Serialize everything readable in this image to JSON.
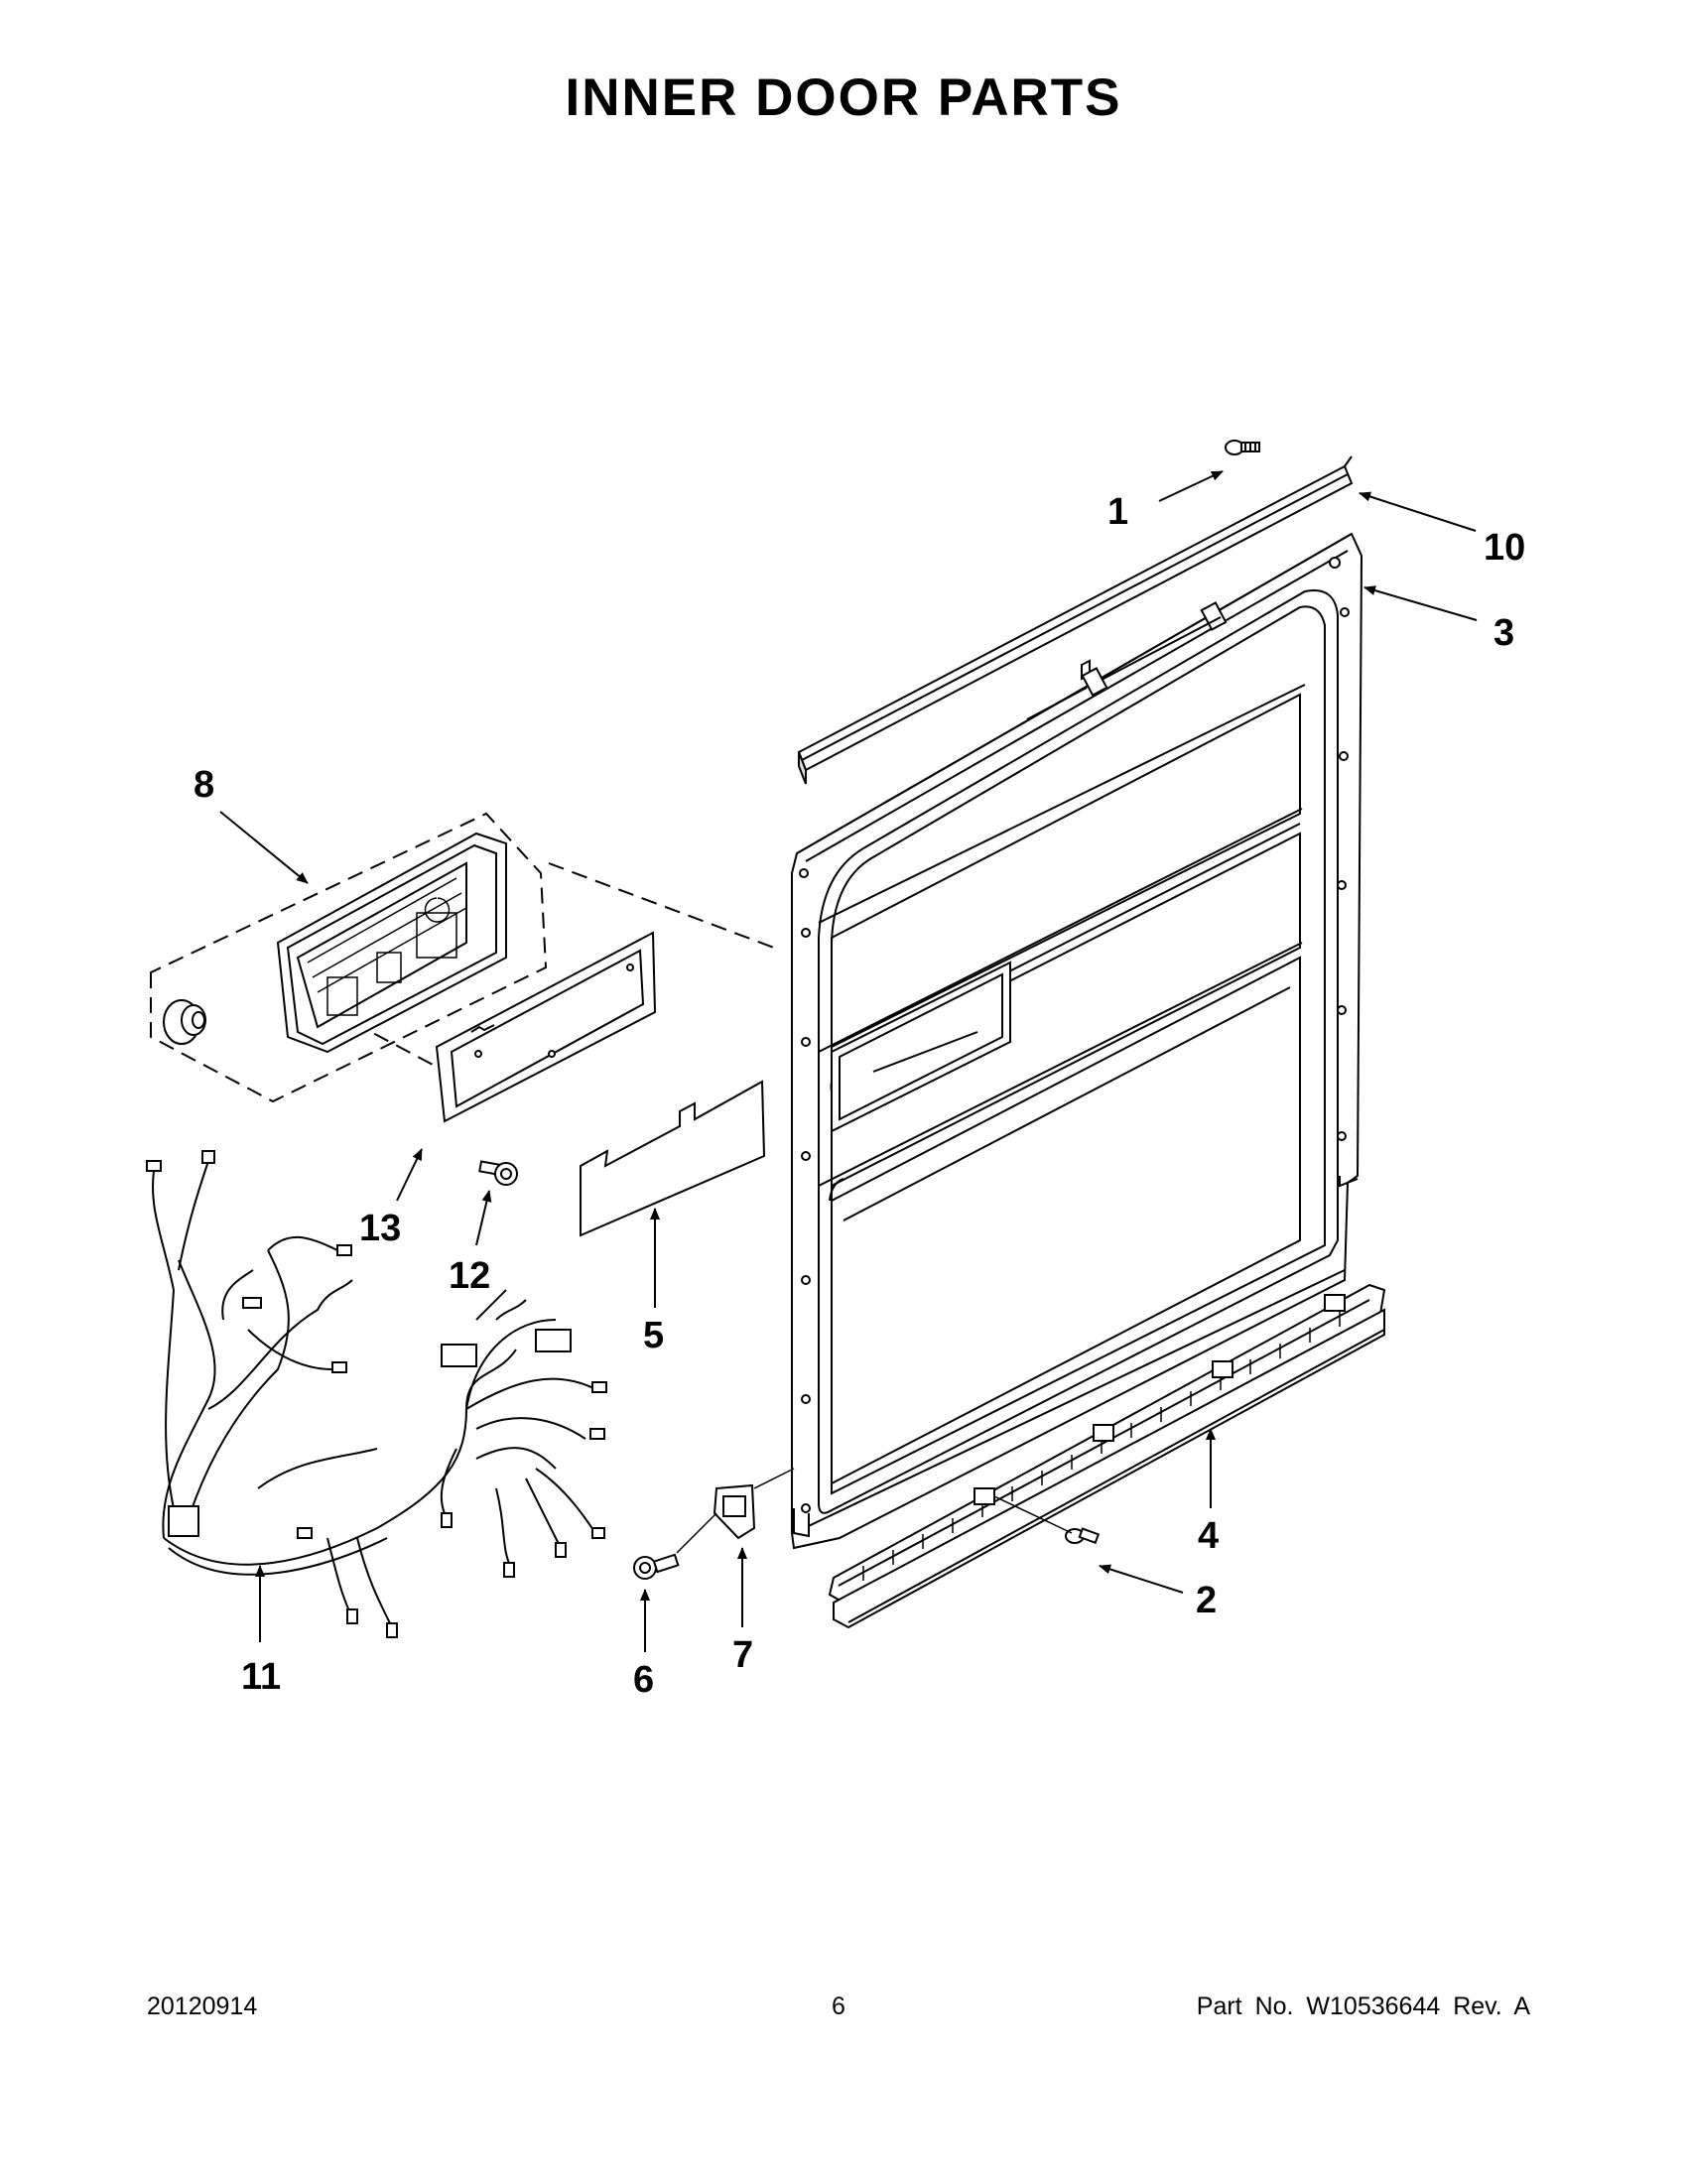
{
  "page": {
    "title": "INNER DOOR PARTS",
    "footer": {
      "date_code": "20120914",
      "page_number": "6",
      "part_info": "Part No.  W10536644  Rev.  A"
    }
  },
  "diagram": {
    "callouts": [
      {
        "id": "1",
        "label": "1"
      },
      {
        "id": "2",
        "label": "2"
      },
      {
        "id": "3",
        "label": "3"
      },
      {
        "id": "4",
        "label": "4"
      },
      {
        "id": "5",
        "label": "5"
      },
      {
        "id": "6",
        "label": "6"
      },
      {
        "id": "7",
        "label": "7"
      },
      {
        "id": "8",
        "label": "8"
      },
      {
        "id": "10",
        "label": "10"
      },
      {
        "id": "11",
        "label": "11"
      },
      {
        "id": "12",
        "label": "12"
      },
      {
        "id": "13",
        "label": "13"
      }
    ]
  }
}
